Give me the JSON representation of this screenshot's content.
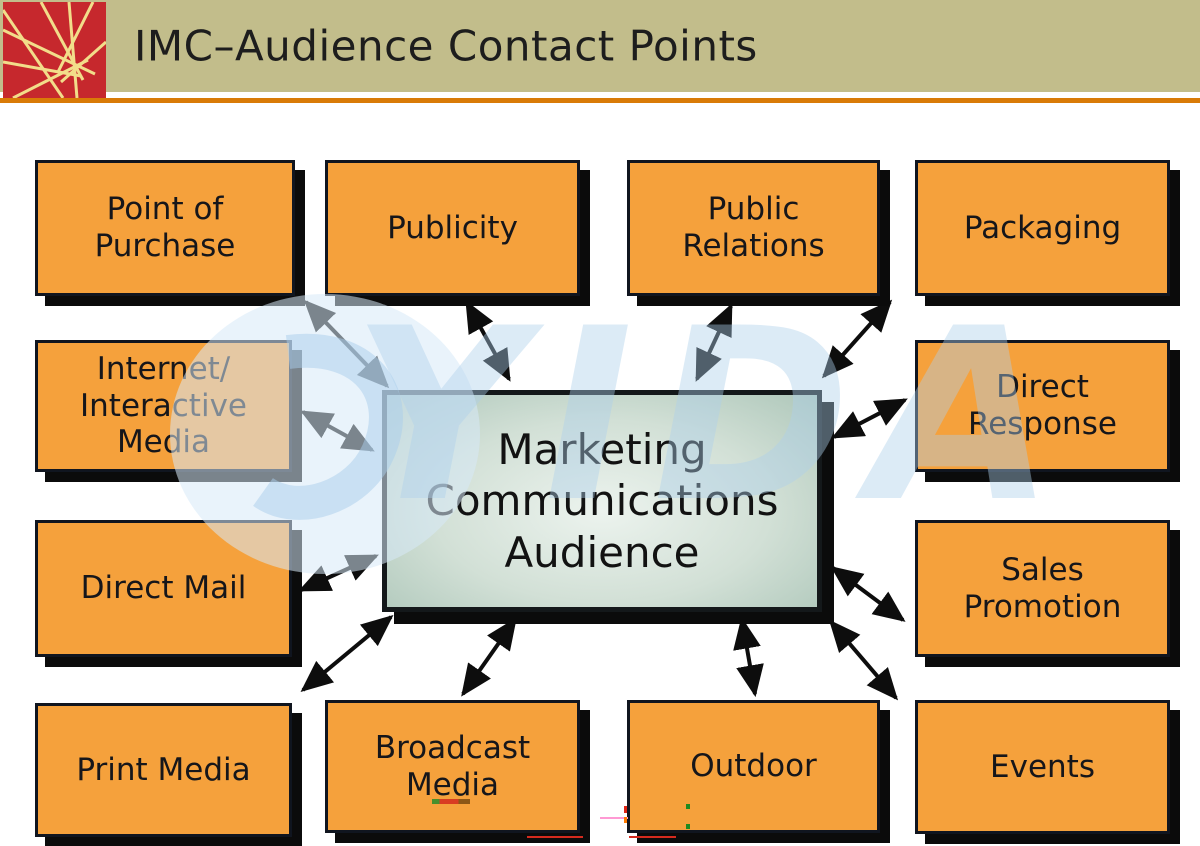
{
  "header": {
    "title": "IMC–Audience Contact Points"
  },
  "diagram": {
    "center": {
      "label": "Marketing\nCommunications\nAudience"
    },
    "nodes": [
      {
        "id": "point-of-purchase",
        "label": "Point of\nPurchase"
      },
      {
        "id": "publicity",
        "label": "Publicity"
      },
      {
        "id": "public-relations",
        "label": "Public\nRelations"
      },
      {
        "id": "packaging",
        "label": "Packaging"
      },
      {
        "id": "internet-interactive-media",
        "label": "Internet/\nInteractive\nMedia"
      },
      {
        "id": "direct-response",
        "label": "Direct\nResponse"
      },
      {
        "id": "direct-mail",
        "label": "Direct Mail"
      },
      {
        "id": "sales-promotion",
        "label": "Sales\nPromotion"
      },
      {
        "id": "print-media",
        "label": "Print Media"
      },
      {
        "id": "broadcast-media",
        "label": "Broadcast\nMedia"
      },
      {
        "id": "outdoor",
        "label": "Outdoor"
      },
      {
        "id": "events",
        "label": "Events"
      }
    ]
  },
  "watermark": {
    "text": "YIDA"
  },
  "colors": {
    "header_band": "#c2bd8b",
    "header_rule": "#d97b07",
    "logo_red": "#c6282d",
    "logo_lines": "#f2dd8a",
    "node_fill": "#f5a13c",
    "node_border": "#10151f",
    "node_shadow": "#0b0b0b",
    "center_fill_light": "#ecf3ee",
    "center_fill_dark": "#aec7ba",
    "watermark_blue": "#aed0ec",
    "text": "#16161a"
  }
}
